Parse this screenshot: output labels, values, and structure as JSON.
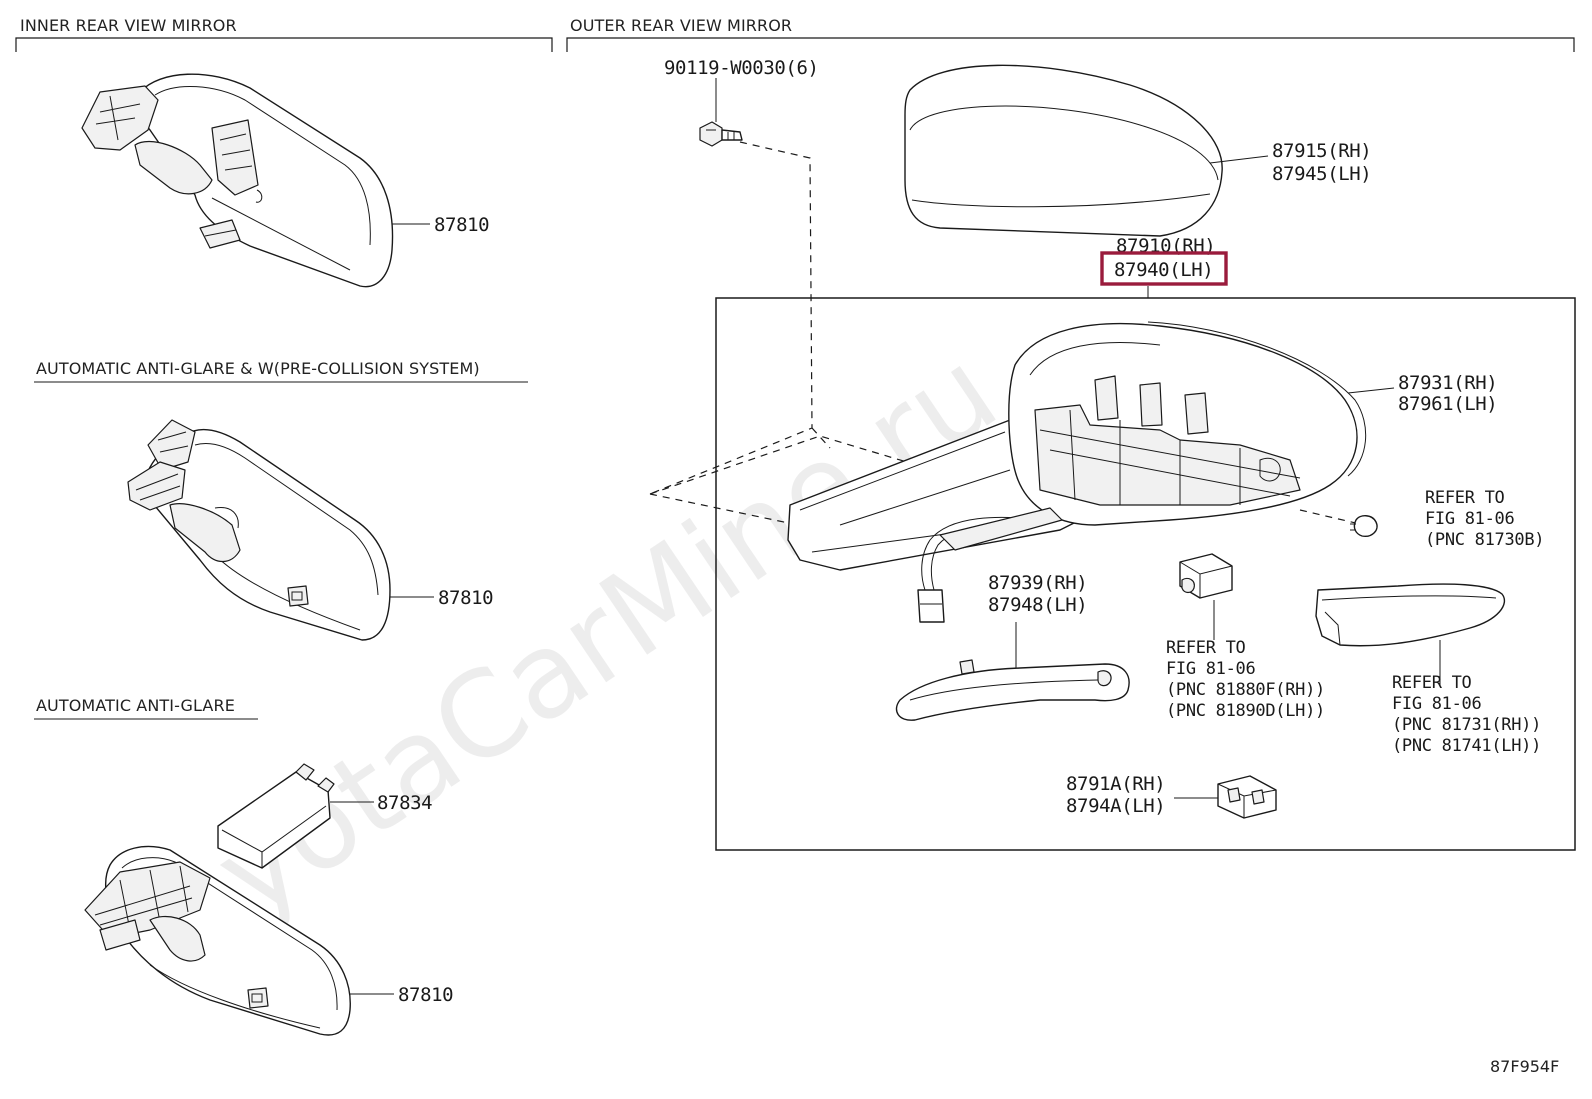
{
  "sections": {
    "inner": "INNER REAR VIEW MIRROR",
    "outer": "OUTER REAR VIEW MIRROR",
    "auto_pcs": "AUTOMATIC ANTI-GLARE & W(PRE-COLLISION SYSTEM)",
    "auto": "AUTOMATIC ANTI-GLARE"
  },
  "parts": {
    "p87810_a": "87810",
    "p87810_b": "87810",
    "p87810_c": "87810",
    "p87834": "87834",
    "bolt": "90119-W0030(6)",
    "cover_rh": "87915(RH)",
    "cover_lh": "87945(LH)",
    "assy_rh": "87910(RH)",
    "assy_lh": "87940(LH)",
    "outer_rh": "87931(RH)",
    "outer_lh": "87961(LH)",
    "lamp_rh": "87939(RH)",
    "lamp_lh": "87948(LH)",
    "cam_rh": "8791A(RH)",
    "cam_lh": "8794A(LH)"
  },
  "refs": {
    "r1": [
      "REFER TO",
      "FIG 81-06",
      "(PNC 81730B)"
    ],
    "r2": [
      "REFER TO",
      "FIG 81-06",
      "(PNC 81880F(RH))",
      "(PNC 81890D(LH))"
    ],
    "r3": [
      "REFER TO",
      "FIG 81-06",
      "(PNC 81731(RH))",
      "(PNC 81741(LH))"
    ]
  },
  "figure_id": "87F954F",
  "watermark": "ToyotaCarMine.ru",
  "colors": {
    "highlight": "#9a1b3c",
    "line": "#1a1a1a",
    "watermark": "#d9d9d9"
  }
}
